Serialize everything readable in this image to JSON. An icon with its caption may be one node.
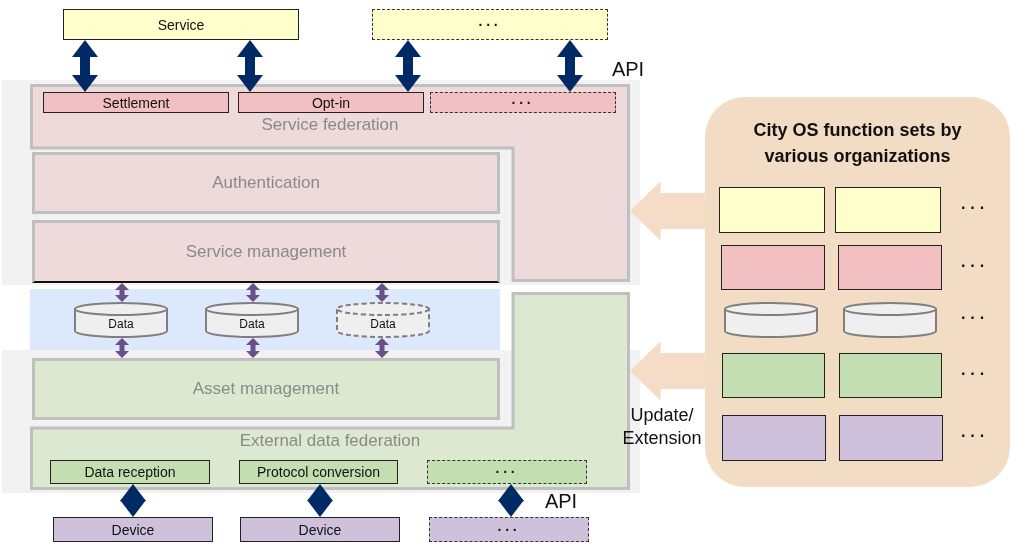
{
  "diagram": {
    "nodes": [
      {
        "text": [
          "Service"
        ]
      },
      {
        "text": [
          "···"
        ]
      },
      {
        "text": [
          "Service federation"
        ]
      },
      {
        "text": [
          "Settlement"
        ],
        "in": 2
      },
      {
        "text": [
          "Opt-in"
        ],
        "in": 2
      },
      {
        "text": [
          "···"
        ],
        "in": 2
      },
      {
        "text": [
          "Authentication"
        ]
      },
      {
        "text": [
          "Service management"
        ]
      },
      {
        "text": [],
        "shape": "box"
      },
      {
        "text": [
          "Data"
        ],
        "in": 8
      },
      {
        "text": [
          "Data"
        ],
        "in": 8
      },
      {
        "text": [
          "Data"
        ],
        "in": 8
      },
      {
        "text": [
          "Asset management"
        ]
      },
      {
        "text": [
          "External data federation"
        ]
      },
      {
        "text": [
          "Data reception"
        ],
        "in": 13
      },
      {
        "text": [
          "Protocol conversion"
        ],
        "in": 13
      },
      {
        "text": [
          "···"
        ],
        "in": 13
      },
      {
        "text": [
          "Device"
        ]
      },
      {
        "text": [
          "Device"
        ]
      },
      {
        "text": [
          "···"
        ]
      },
      {
        "text": [
          "City OS function sets by various organizations"
        ]
      },
      {
        "text": [],
        "shape": "box",
        "in": 20
      },
      {
        "text": [],
        "shape": "box",
        "in": 20
      },
      {
        "text": [],
        "shape": "box",
        "in": 20
      },
      {
        "text": [],
        "shape": "box",
        "in": 20
      },
      {
        "text": [],
        "shape": "cylinder",
        "in": 20
      },
      {
        "text": [],
        "shape": "cylinder",
        "in": 20
      },
      {
        "text": [],
        "shape": "box",
        "in": 20
      },
      {
        "text": [],
        "shape": "box",
        "in": 20
      },
      {
        "text": [],
        "shape": "box",
        "in": 20
      },
      {
        "text": [],
        "shape": "box",
        "in": 20
      }
    ],
    "edges": [
      {
        "from": 0,
        "to": 3,
        "arrow": "both"
      },
      {
        "from": 0,
        "to": 4,
        "arrow": "both"
      },
      {
        "from": 1,
        "to": 4,
        "arrow": "both"
      },
      {
        "from": 1,
        "to": 5,
        "arrow": "both"
      },
      {
        "from": 7,
        "to": 9,
        "arrow": "both",
        "color": "#6b4f86"
      },
      {
        "from": 7,
        "to": 10,
        "arrow": "both",
        "color": "#6b4f86"
      },
      {
        "from": 7,
        "to": 11,
        "arrow": "both",
        "color": "#6b4f86"
      },
      {
        "from": 9,
        "to": 12,
        "arrow": "both",
        "color": "#6b4f86"
      },
      {
        "from": 10,
        "to": 12,
        "arrow": "both",
        "color": "#6b4f86"
      },
      {
        "from": 11,
        "to": 12,
        "arrow": "both",
        "color": "#6b4f86"
      },
      {
        "from": 14,
        "to": 17,
        "arrow": "both"
      },
      {
        "from": 15,
        "to": 18,
        "arrow": "both"
      },
      {
        "from": 16,
        "to": 19,
        "arrow": "both"
      },
      {
        "from": 20,
        "to": 2,
        "arrow": "to",
        "style": "thick",
        "color": "#f4dcc6"
      },
      {
        "from": 20,
        "to": 13,
        "arrow": "to",
        "style": "thick",
        "color": "#f4dcc6"
      }
    ],
    "labels": [
      "API",
      "Update/ Extension",
      "API",
      "···",
      "···",
      "···",
      "···",
      "···"
    ]
  }
}
